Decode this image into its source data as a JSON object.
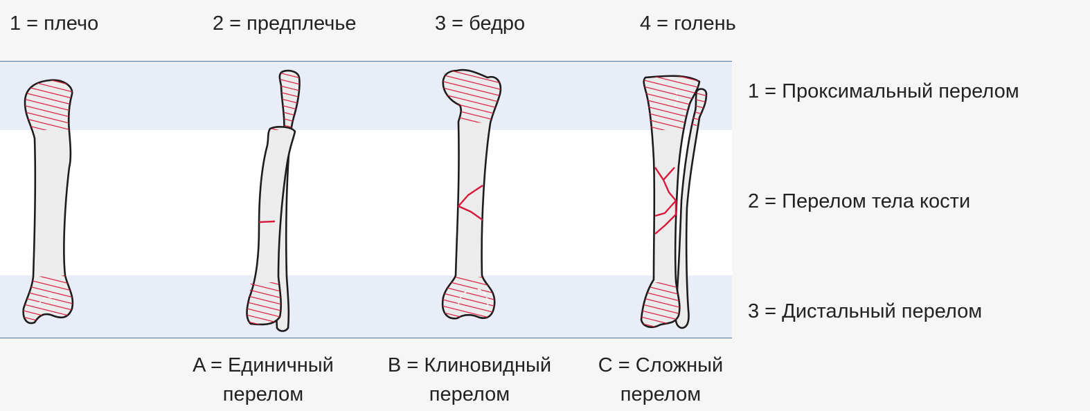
{
  "bones": [
    {
      "label": "1 = плечо"
    },
    {
      "label": "2 = предплечье"
    },
    {
      "label": "3 = бедро"
    },
    {
      "label": "4 = голень"
    }
  ],
  "zones": [
    {
      "label": "1 = Проксимальный перелом"
    },
    {
      "label": "2 = Перелом тела кости"
    },
    {
      "label": "3 = Дистальный перелом"
    }
  ],
  "fracture_types": [
    {
      "line1": "A = Единичный",
      "line2": "перелом"
    },
    {
      "line1": "B = Клиновидный",
      "line2": "перелом"
    },
    {
      "line1": "C = Сложный",
      "line2": "перелом"
    }
  ],
  "colors": {
    "fracture_line": "#d6183b",
    "zone_band": "#e9edf7",
    "rule": "#4f74a8"
  }
}
